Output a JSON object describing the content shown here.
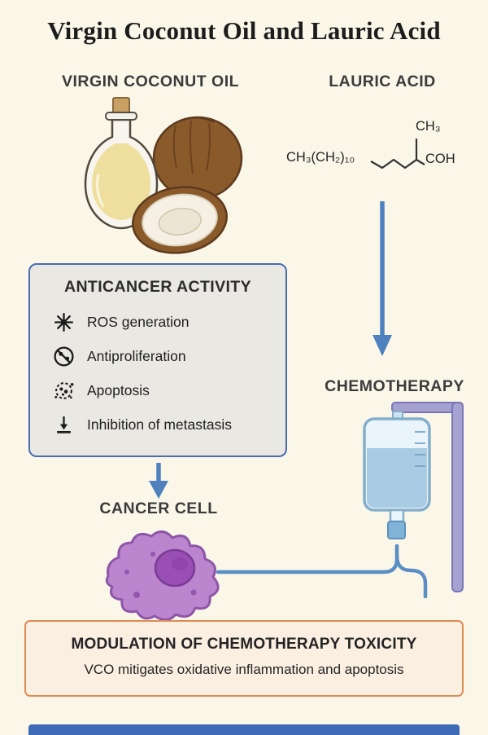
{
  "title": "Virgin Coconut Oil and Lauric Acid",
  "sections": {
    "vco": {
      "heading": "VIRGIN COCONUT OIL"
    },
    "lauric": {
      "heading": "LAURIC ACID",
      "formula": {
        "chain": "CH₃(CH₂)₁₀",
        "methyl": "CH₃",
        "acid": "COH"
      }
    }
  },
  "anticancer_box": {
    "title": "ANTICANCER ACTIVITY",
    "items": [
      {
        "icon": "ros-burst-icon",
        "label": "ROS generation"
      },
      {
        "icon": "no-proliferation-icon",
        "label": "Antiproliferation"
      },
      {
        "icon": "apoptosis-cell-icon",
        "label": "Apoptosis"
      },
      {
        "icon": "blocked-arrow-icon",
        "label": "Inhibition of metastasis"
      }
    ]
  },
  "labels": {
    "chemotherapy": "CHEMOTHERAPY",
    "cancer_cell": "CANCER CELL"
  },
  "bottom_box": {
    "title": "MODULATION OF CHEMOTHERAPY TOXICITY",
    "subtitle": "VCO mitigates oxidative inflammation and apoptosis"
  },
  "colors": {
    "background": "#FAF7E9",
    "arrow_blue": "#4E81BE",
    "box_border_blue": "#4A6CB3",
    "box_bg_gray": "#E9E8E2",
    "modulation_border_orange": "#DE8B52",
    "modulation_bg_peach": "#FBEFE1",
    "footer_bar_blue": "#3D6BB6",
    "iv_pole_purple": "#A5A1D0",
    "iv_liquid_blue": "#A9CBE3",
    "cell_purple": "#BB86CE",
    "nucleus_purple": "#9A4FB5",
    "coconut_brown": "#8B5A2B",
    "oil_yellow": "#EFDF9E"
  }
}
